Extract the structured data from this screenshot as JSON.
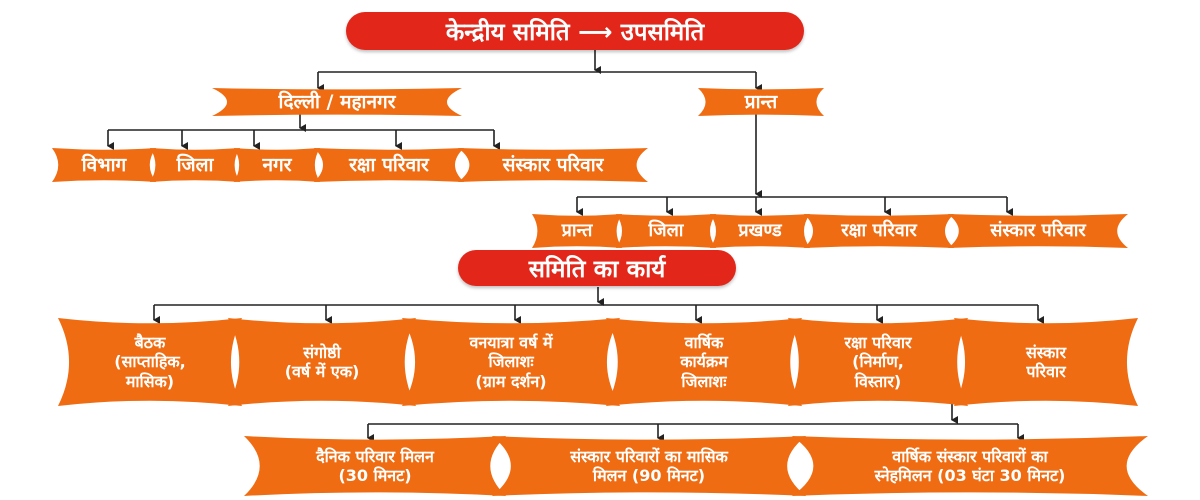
{
  "colors": {
    "header_red": "#e2271a",
    "node_orange": "#ef6c12",
    "connector": "#222222",
    "text": "#ffffff"
  },
  "top_header": {
    "label": "केन्द्रीय समिति ⟶ उपसमिति"
  },
  "level1": {
    "left": {
      "label": "दिल्ली / महानगर"
    },
    "right": {
      "label": "प्रान्त"
    }
  },
  "delhi_children": [
    {
      "label": "विभाग"
    },
    {
      "label": "जिला"
    },
    {
      "label": "नगर"
    },
    {
      "label": "रक्षा परिवार"
    },
    {
      "label": "संस्कार परिवार"
    }
  ],
  "prant_children": [
    {
      "label": "प्रान्त"
    },
    {
      "label": "जिला"
    },
    {
      "label": "प्रखण्ड"
    },
    {
      "label": "रक्षा परिवार"
    },
    {
      "label": "संस्कार परिवार"
    }
  ],
  "work_header": {
    "label": "समिति का कार्य"
  },
  "work_items": [
    {
      "label": "बैठक\n(साप्ताहिक,\nमासिक)"
    },
    {
      "label": "संगोष्ठी\n(वर्ष में एक)"
    },
    {
      "label": "वनयात्रा वर्ष में\nजिलाशः\n(ग्राम दर्शन)"
    },
    {
      "label": "वार्षिक\nकार्यक्रम\nजिलाशः"
    },
    {
      "label": "रक्षा परिवार\n(निर्माण,\nविस्तार)"
    },
    {
      "label": "संस्कार\nपरिवार"
    }
  ],
  "raksha_children": [
    {
      "label": "दैनिक परिवार मिलन\n(30 मिनट)"
    },
    {
      "label": "संस्कार परिवारों का मासिक\nमिलन (90 मिनट)"
    },
    {
      "label": "वार्षिक संस्कार परिवारों का\nस्नेहमिलन (03 घंटा 30 मिनट)"
    }
  ]
}
